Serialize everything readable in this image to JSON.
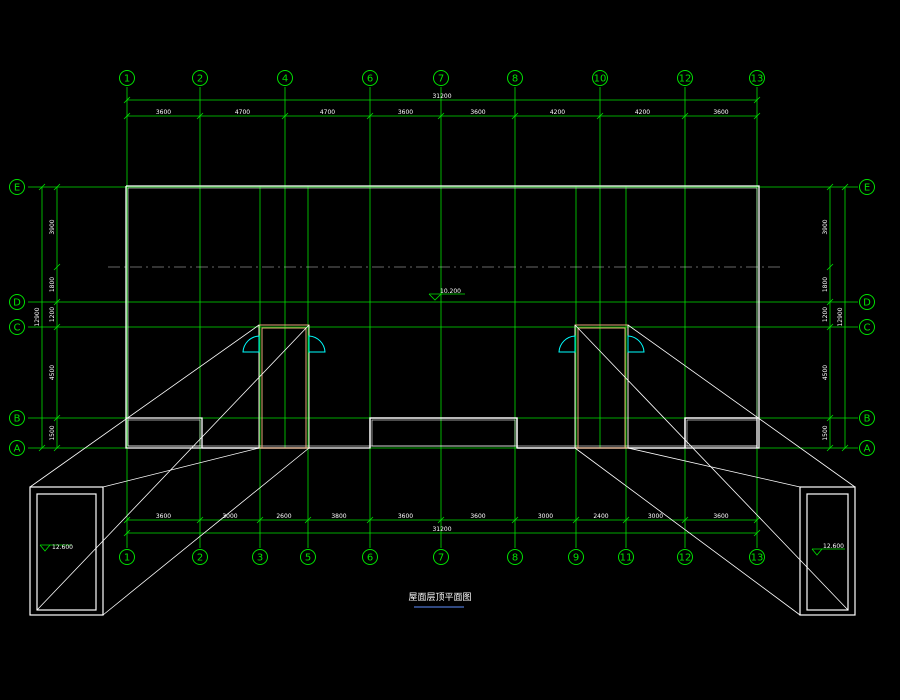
{
  "drawing": {
    "title": "屋面层顶平面图",
    "colors": {
      "background": "#000000",
      "grid": "#00e000",
      "outline": "#ffffff",
      "dimension": "#00e000",
      "stair": "#e8a878",
      "door": "#00ffff"
    },
    "axes_top": [
      "1",
      "2",
      "4",
      "6",
      "7",
      "8",
      "10",
      "12",
      "13"
    ],
    "axes_bottom": [
      "1",
      "2",
      "3",
      "5",
      "6",
      "7",
      "8",
      "9",
      "11",
      "12",
      "13"
    ],
    "axes_rows": [
      "E",
      "D",
      "C",
      "B",
      "A"
    ],
    "dims_top": [
      "3600",
      "4700",
      "4700",
      "3600",
      "3600",
      "4200",
      "4200",
      "3600"
    ],
    "dims_top_total": "31200",
    "dims_bottom": [
      "3600",
      "3000",
      "2600",
      "3800",
      "3600",
      "3600",
      "3000",
      "2400",
      "3000",
      "3600"
    ],
    "dims_bottom_total": "31200",
    "dims_left": [
      "3900",
      "1800",
      "1200",
      "4500",
      "1500"
    ],
    "dims_left_total": "12900",
    "dims_right": [
      "3900",
      "1800",
      "1200",
      "4500",
      "1500"
    ],
    "dims_right_total": "12900",
    "elevation_center": "10.200",
    "elevation_left_box": "12.600",
    "elevation_right_box": "12.600"
  }
}
